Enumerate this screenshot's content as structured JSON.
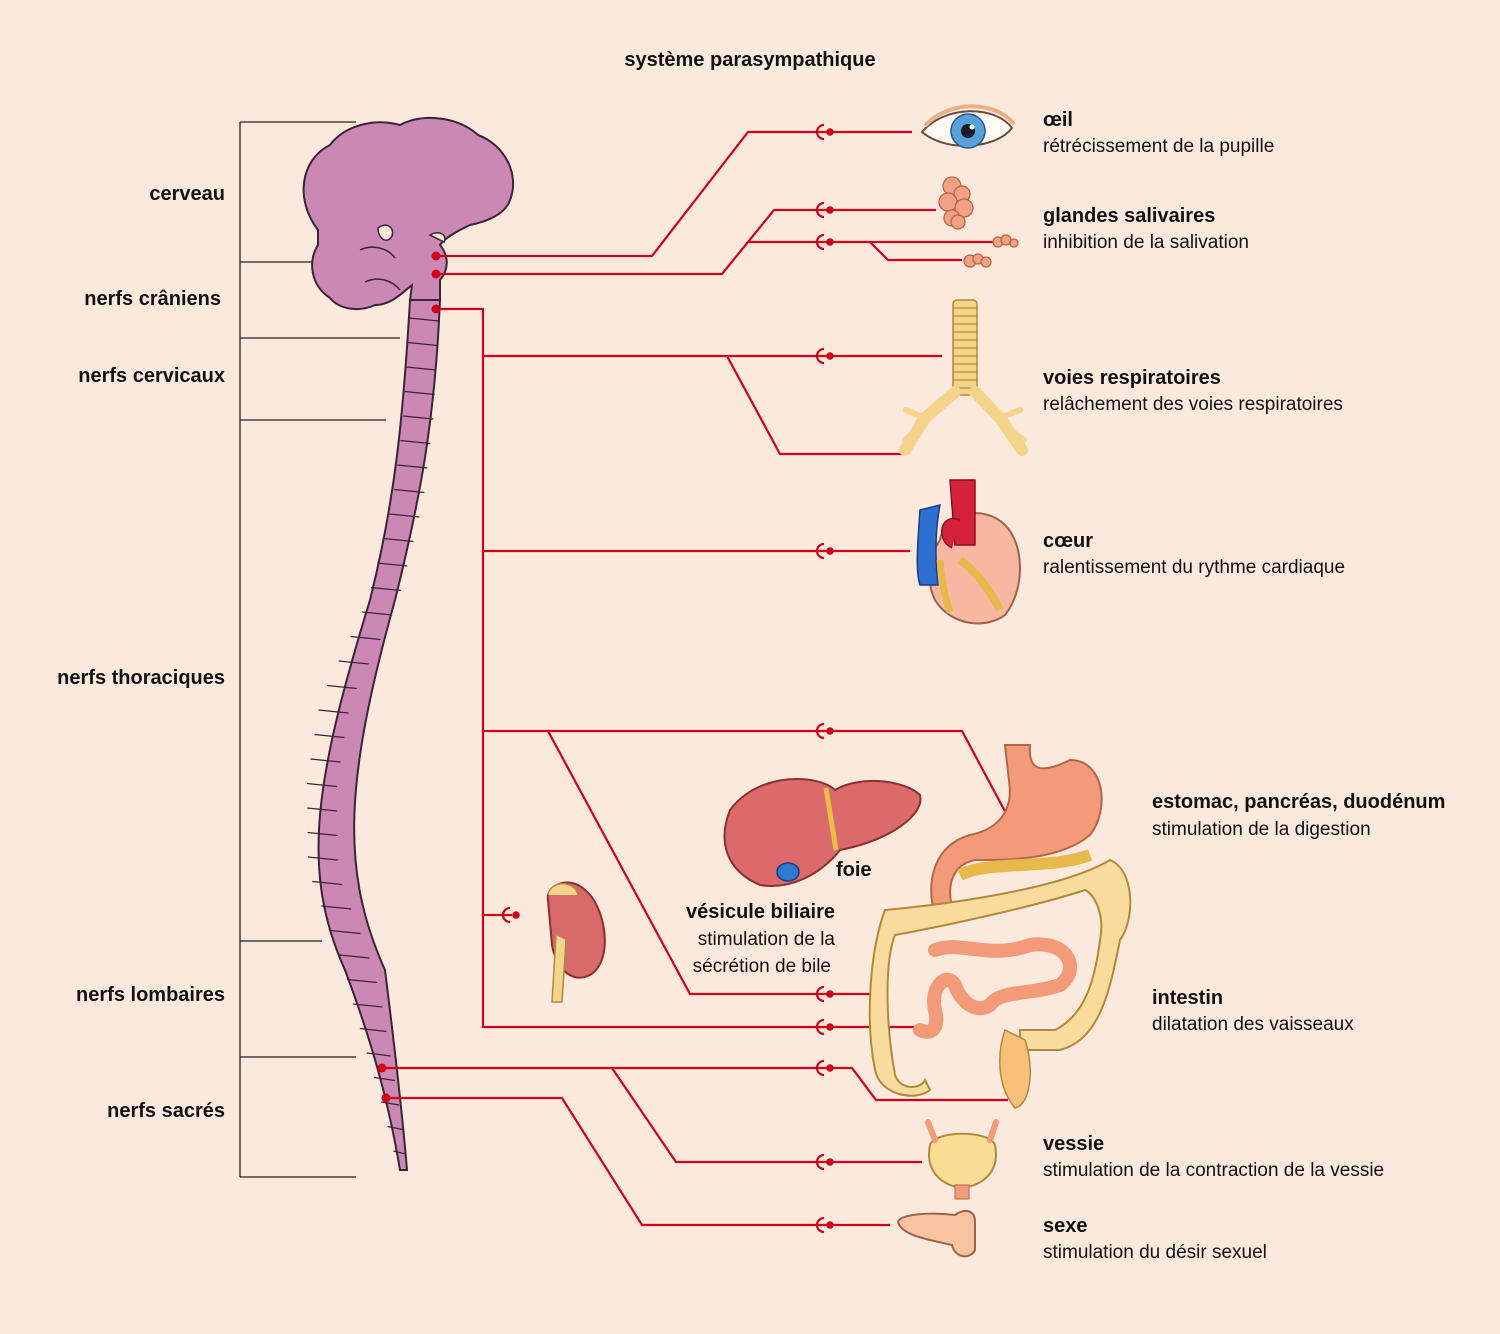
{
  "title": "système parasympathique",
  "regions": [
    {
      "key": "cerveau",
      "label": "cerveau"
    },
    {
      "key": "craniens",
      "label": "nerfs crâniens"
    },
    {
      "key": "cervicaux",
      "label": "nerfs cervicaux"
    },
    {
      "key": "thoraciques",
      "label": "nerfs thoraciques"
    },
    {
      "key": "lombaires",
      "label": "nerfs lombaires"
    },
    {
      "key": "sacres",
      "label": "nerfs sacrés"
    }
  ],
  "organs": [
    {
      "name": "œil",
      "effect": "rétrécissement de la pupille"
    },
    {
      "name": "glandes salivaires",
      "effect": "inhibition de la salivation"
    },
    {
      "name": "voies respiratoires",
      "effect": "relâchement des voies respiratoires"
    },
    {
      "name": "cœur",
      "effect": "ralentissement du rythme cardiaque"
    },
    {
      "name": "estomac, pancréas,  duodénum",
      "effect": "stimulation de la digestion"
    },
    {
      "name": "intestin",
      "effect": "dilatation des vaisseaux"
    },
    {
      "name": "vessie",
      "effect": "stimulation de la contraction de la vessie"
    },
    {
      "name": "sexe",
      "effect": "stimulation du désir sexuel"
    }
  ],
  "foie": {
    "label": "foie"
  },
  "vesicule": {
    "name": "vésicule biliaire",
    "effect_line1": "stimulation de la",
    "effect_line2": "sécrétion de bile"
  },
  "colors": {
    "background": "#fbe9de",
    "nerve": "#d0021b",
    "brain": "#cc88b5",
    "brain_outline": "#3a2435"
  }
}
